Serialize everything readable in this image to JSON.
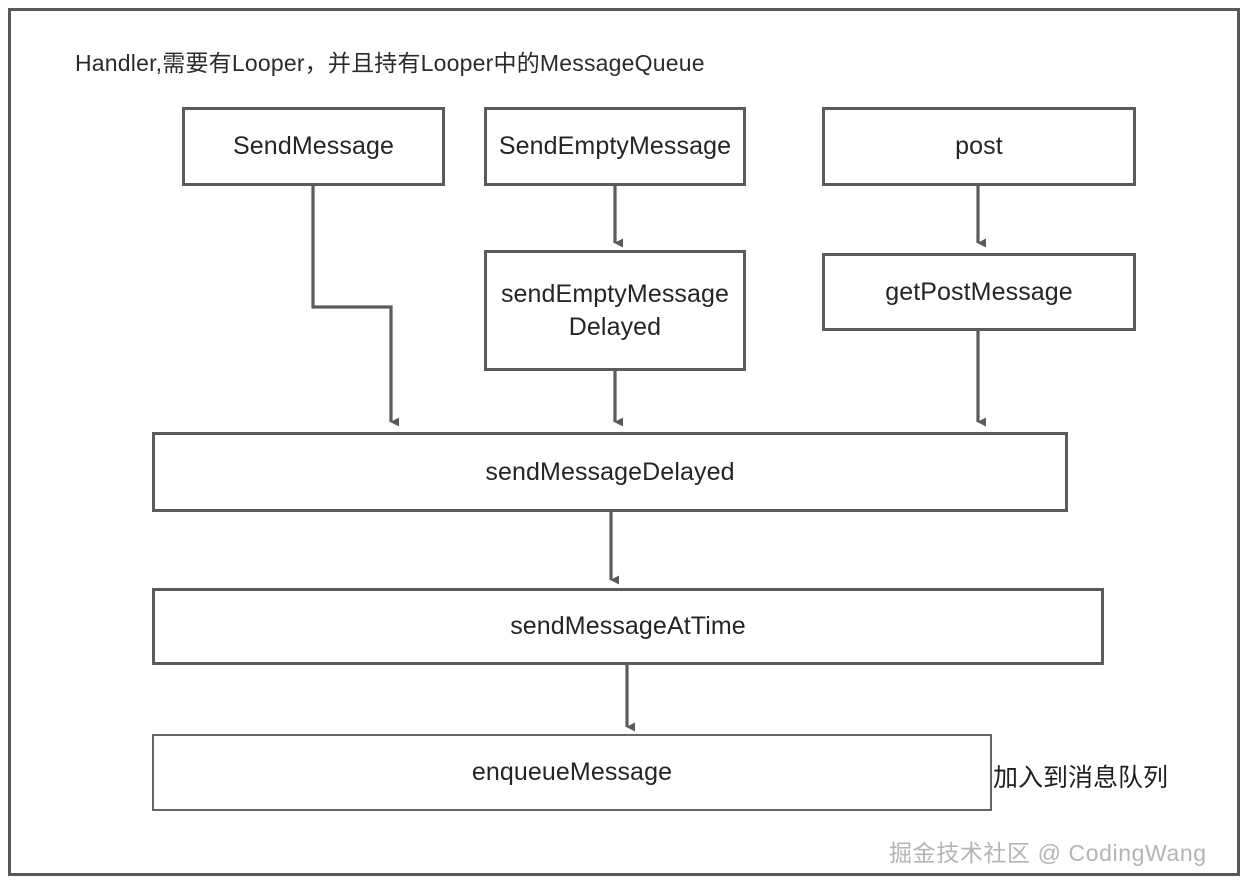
{
  "diagram": {
    "title_note": "Handler,需要有Looper，并且持有Looper中的MessageQueue",
    "side_note": "加入到消息队列",
    "watermark": "掘金技术社区 @ CodingWang",
    "colors": {
      "background": "#ffffff",
      "frame_border": "#595959",
      "node_border": "#5b5b5b",
      "node_border_thin": "#666666",
      "text": "#252525",
      "connector": "#5b5b5b",
      "watermark": "#b4b4b4"
    },
    "nodes": [
      {
        "id": "send-message",
        "label": "SendMessage"
      },
      {
        "id": "send-empty-message",
        "label": "SendEmptyMessage"
      },
      {
        "id": "post",
        "label": "post"
      },
      {
        "id": "send-empty-message-delayed",
        "label": "sendEmptyMessage\nDelayed"
      },
      {
        "id": "get-post-message",
        "label": "getPostMessage"
      },
      {
        "id": "send-message-delayed",
        "label": "sendMessageDelayed"
      },
      {
        "id": "send-message-at-time",
        "label": "sendMessageAtTime"
      },
      {
        "id": "enqueue-message",
        "label": "enqueueMessage"
      }
    ],
    "edges": [
      {
        "id": "edge-send-empty-message-to-delayed",
        "from": "send-empty-message",
        "to": "send-empty-message-delayed"
      },
      {
        "id": "edge-post-to-get-post-message",
        "from": "post",
        "to": "get-post-message"
      },
      {
        "id": "edge-send-message-to-delayed",
        "from": "send-message",
        "to": "send-message-delayed"
      },
      {
        "id": "edge-empty-delayed-to-delayed",
        "from": "send-empty-message-delayed",
        "to": "send-message-delayed"
      },
      {
        "id": "edge-get-post-message-to-delayed",
        "from": "get-post-message",
        "to": "send-message-delayed"
      },
      {
        "id": "edge-delayed-to-at-time",
        "from": "send-message-delayed",
        "to": "send-message-at-time"
      },
      {
        "id": "edge-at-time-to-enqueue",
        "from": "send-message-at-time",
        "to": "enqueue-message"
      }
    ]
  }
}
